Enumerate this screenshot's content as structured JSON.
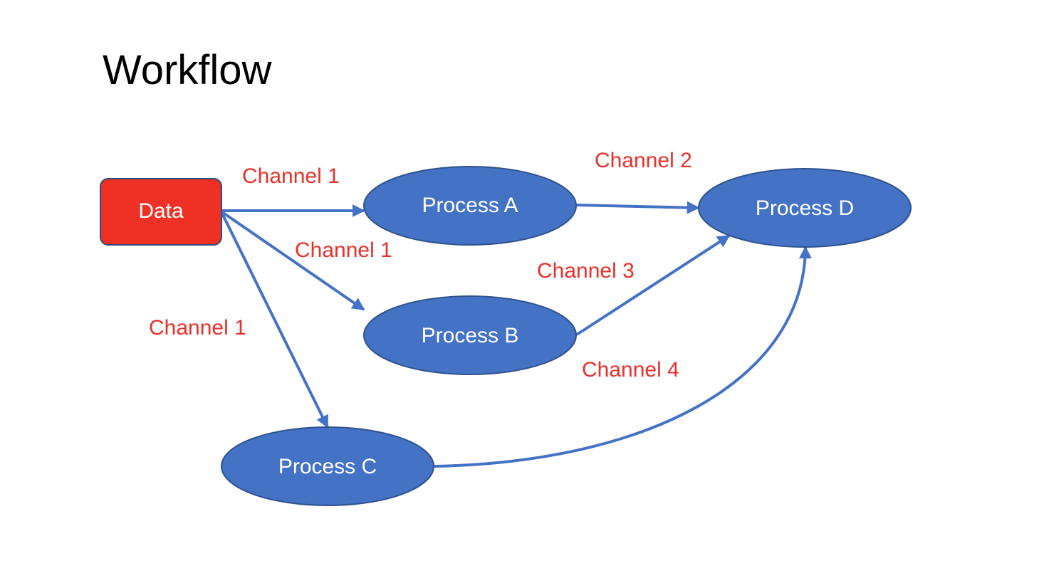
{
  "title": "Workflow",
  "colors": {
    "data_node_fill": "#ee3124",
    "data_node_stroke": "#2f4c7e",
    "process_fill": "#4472c4",
    "process_stroke": "#2f528f",
    "edge": "#4472c4",
    "label": "#e8302a",
    "node_text": "#ffffff"
  },
  "nodes": {
    "data": "Data",
    "process_a": "Process A",
    "process_b": "Process B",
    "process_c": "Process C",
    "process_d": "Process D"
  },
  "edges": [
    {
      "from": "Data",
      "to": "Process A",
      "label": "Channel 1"
    },
    {
      "from": "Data",
      "to": "Process B",
      "label": "Channel 1"
    },
    {
      "from": "Data",
      "to": "Process C",
      "label": "Channel 1"
    },
    {
      "from": "Process A",
      "to": "Process D",
      "label": "Channel 2"
    },
    {
      "from": "Process B",
      "to": "Process D",
      "label": "Channel 3"
    },
    {
      "from": "Process C",
      "to": "Process D",
      "label": "Channel 4"
    }
  ]
}
